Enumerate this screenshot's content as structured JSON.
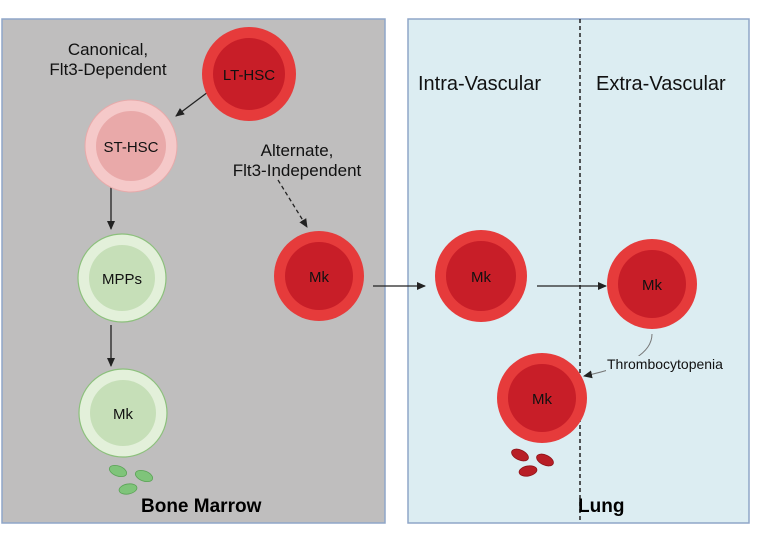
{
  "panels": {
    "bone_marrow": {
      "title": "Bone Marrow",
      "fill": "#bfbebe",
      "border": "#8fa6c8"
    },
    "lung": {
      "title": "Lung",
      "fill": "#dcedf2",
      "border": "#8fa6c8"
    }
  },
  "region_labels": {
    "intra": "Intra-Vascular",
    "extra": "Extra-Vascular"
  },
  "pathway_labels": {
    "canonical_line1": "Canonical,",
    "canonical_line2": "Flt3-Dependent",
    "alternate_line1": "Alternate,",
    "alternate_line2": "Flt3-Independent",
    "thrombocytopenia": "Thrombocytopenia"
  },
  "cells": {
    "lt_hsc": "LT-HSC",
    "st_hsc": "ST-HSC",
    "mpps": "MPPs",
    "mk_green": "Mk",
    "mk_bm": "Mk",
    "mk_intra": "Mk",
    "mk_extra": "Mk",
    "mk_lower": "Mk"
  },
  "colors": {
    "red_outer": "#e63b3b",
    "red_inner": "#c81e28",
    "pink_outer": "#f5c9c9",
    "pink_inner": "#e9a9a9",
    "green_outer": "#e3f0da",
    "green_inner": "#c6dfb8",
    "platelet_green": "#7fc47a",
    "platelet_red": "#b81e26"
  }
}
